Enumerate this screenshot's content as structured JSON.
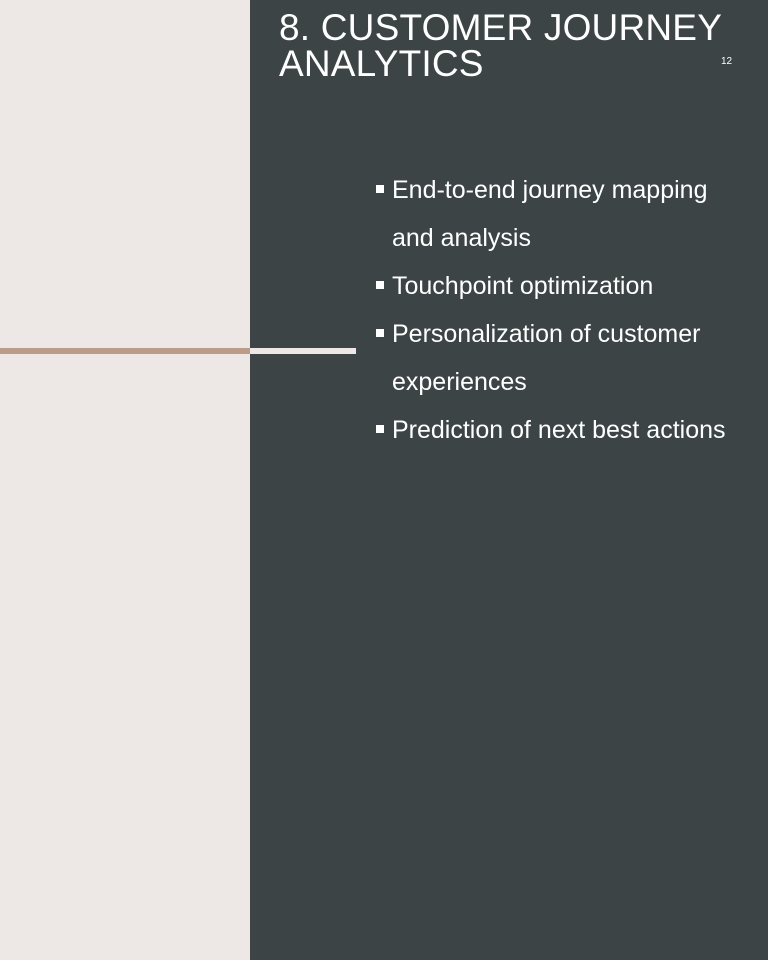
{
  "slide": {
    "title": "8. CUSTOMER JOURNEY ANALYTICS",
    "page_number": "12",
    "bullets": [
      "End-to-end journey mapping and analysis",
      "Touchpoint optimization",
      "Personalization of customer experiences",
      "Prediction of next best actions"
    ]
  },
  "colors": {
    "left_background": "#EDE8E5",
    "right_background": "#3C4446",
    "accent_line": "#BC9B88",
    "text": "#FFFFFF"
  },
  "icons": {
    "bullet": "square-bullet-icon"
  }
}
